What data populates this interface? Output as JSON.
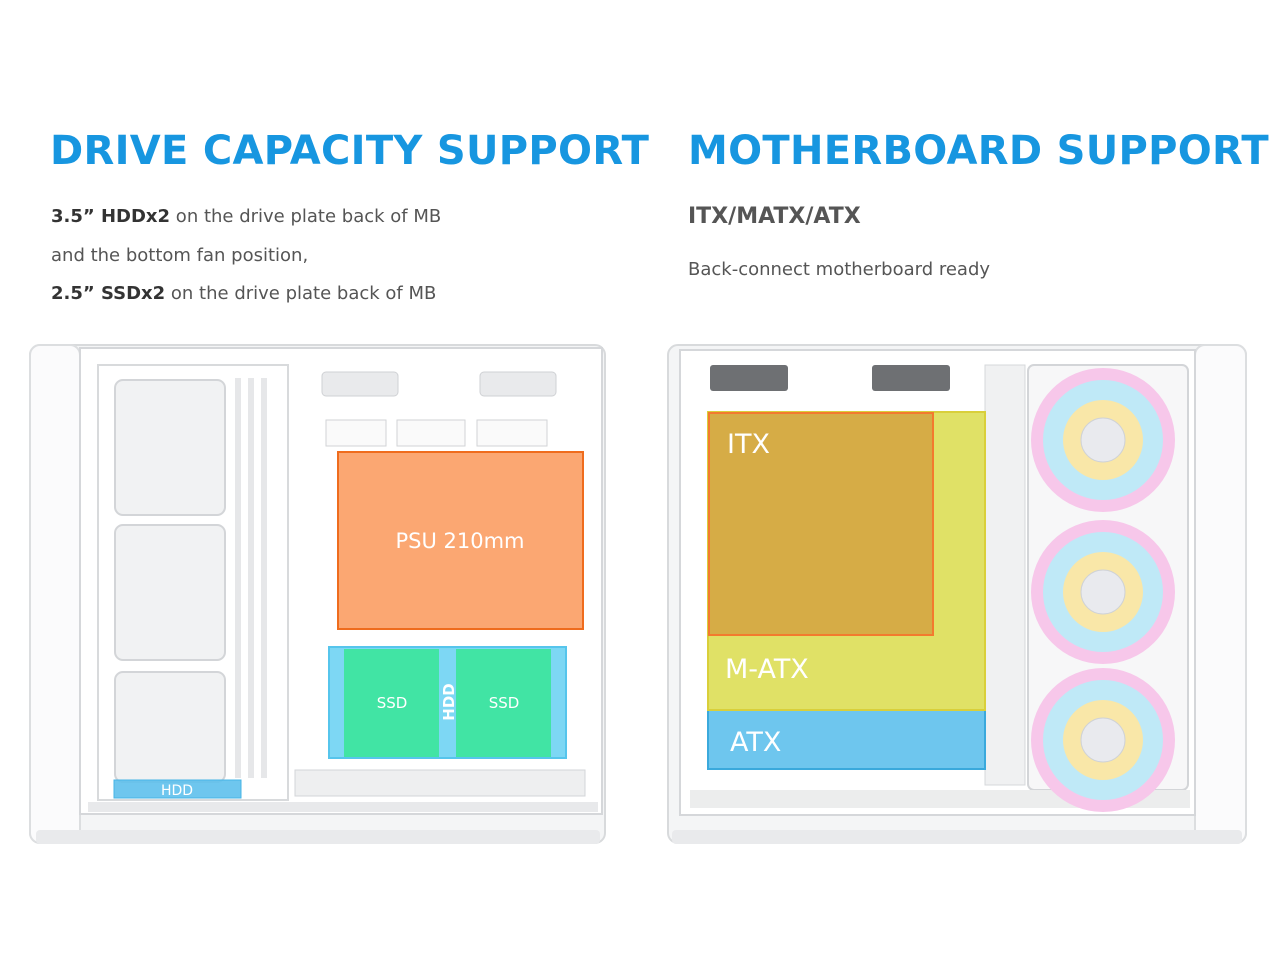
{
  "left": {
    "title": "DRIVE CAPACITY SUPPORT",
    "lines": [
      {
        "bold": "3.5” HDDx2",
        "rest": " on the drive plate back of MB"
      },
      {
        "bold": "",
        "rest": "and the bottom fan position,"
      },
      {
        "bold": "2.5” SSDx2",
        "rest": " on the drive plate back of MB"
      }
    ],
    "labels": {
      "psu": "PSU 210mm",
      "ssd1": "SSD",
      "ssd2": "SSD",
      "hdd_vertical": "HDD",
      "hdd_bottom": "HDD"
    }
  },
  "right": {
    "title": "MOTHERBOARD SUPPORT",
    "subtitle": "ITX/MATX/ATX",
    "description": "Back-connect motherboard ready",
    "labels": {
      "itx": "ITX",
      "matx": "M-ATX",
      "atx": "ATX"
    }
  },
  "colors": {
    "heading": "#1796e0",
    "psu": "#fa9b5e",
    "ssd": "#3ee59f",
    "drive_frame": "#6fd3f3",
    "itx": "#f37a2e",
    "matx": "#e9e35a",
    "atx": "#5ec0ec"
  }
}
